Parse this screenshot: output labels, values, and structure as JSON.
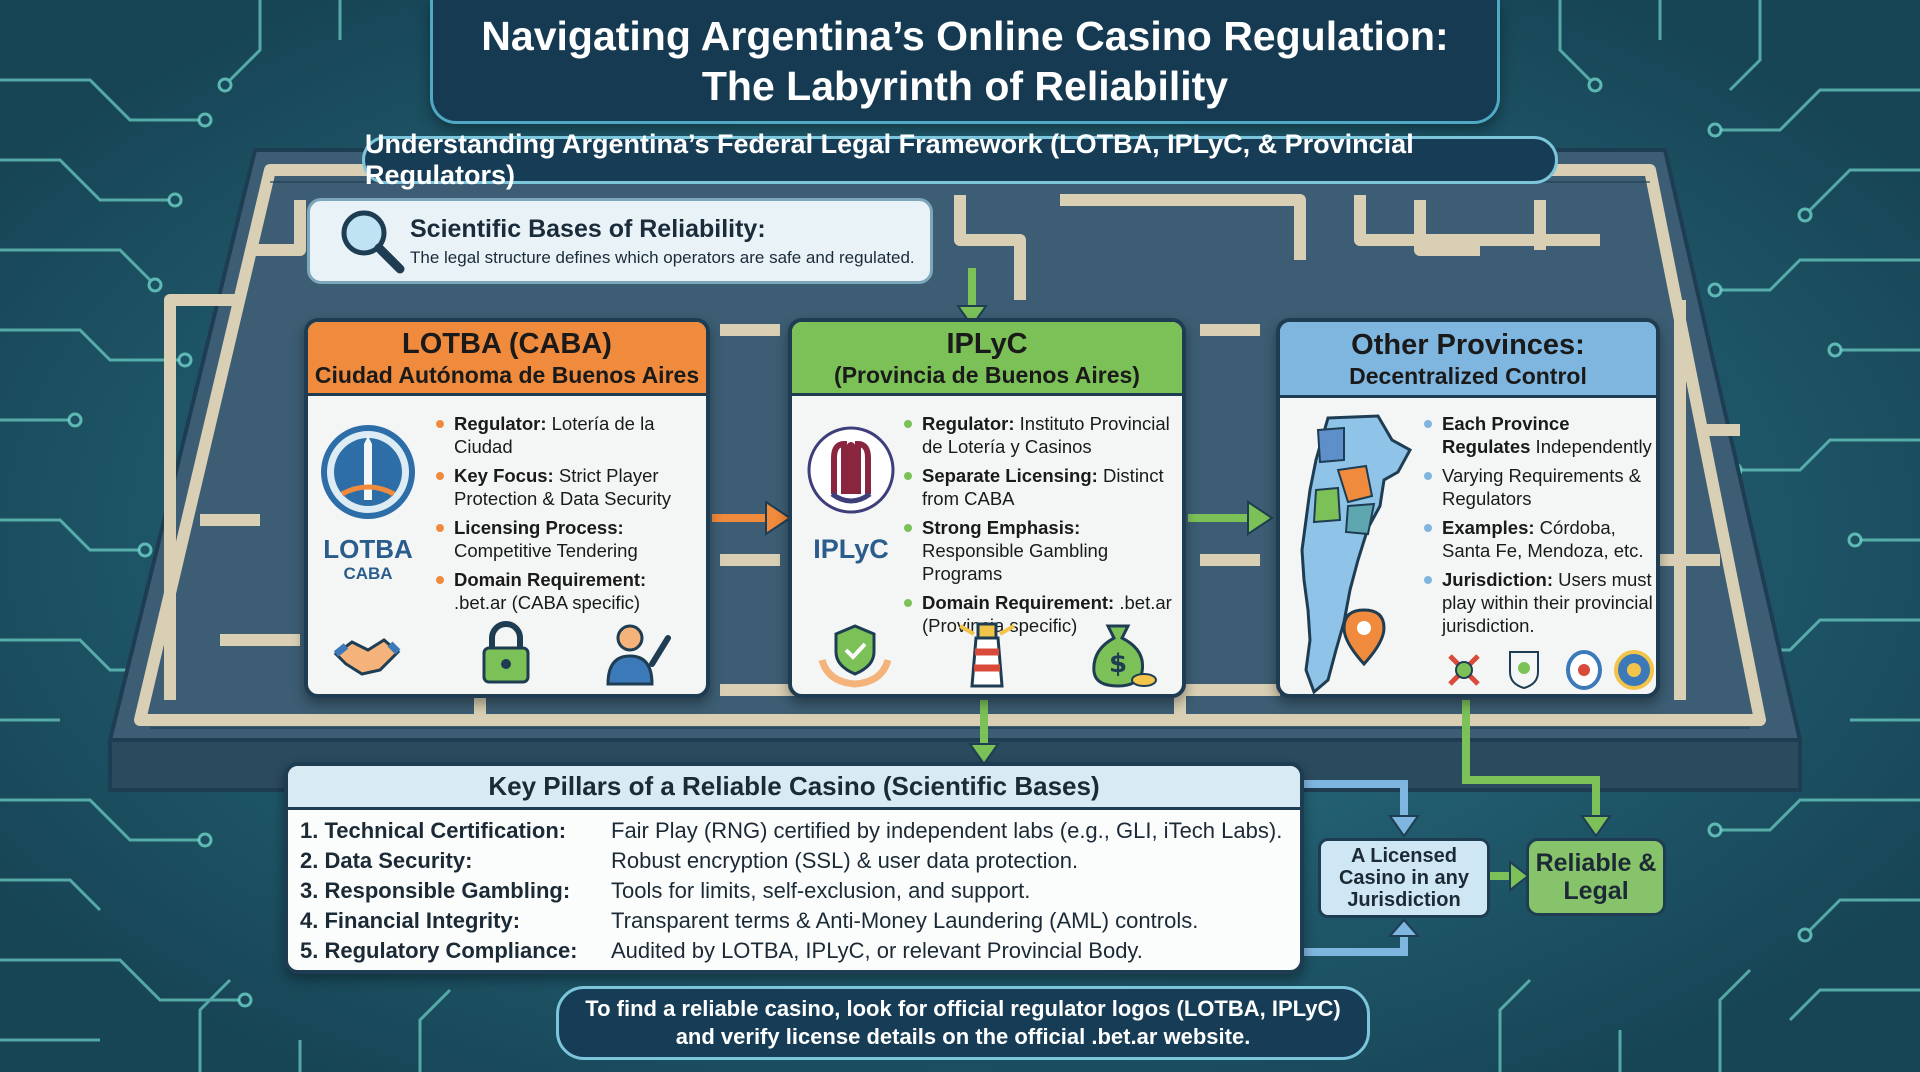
{
  "title": {
    "line1": "Navigating Argentina’s Online Casino Regulation:",
    "line2": "The Labyrinth of Reliability"
  },
  "subtitle": "Understanding Argentina’s Federal Legal Framework (LOTBA, IPLyC, & Provincial Regulators)",
  "science": {
    "title": "Scientific Bases of Reliability:",
    "text": "The legal structure defines which operators are safe and regulated."
  },
  "cards": {
    "lotba": {
      "title": "LOTBA (CABA)",
      "subtitle": "Ciudad Autónoma de Buenos Aires",
      "logo_main": "LOTBA",
      "logo_sub": "CABA",
      "bullets": [
        {
          "key": "Regulator:",
          "text": " Lotería de la Ciudad"
        },
        {
          "key": "Key Focus:",
          "text": " Strict Player Protection & Data Security"
        },
        {
          "key": "Licensing Process:",
          "text": " Competitive Tendering"
        },
        {
          "key": "Domain Requirement:",
          "text": " .bet.ar (CABA specific)"
        }
      ],
      "color": "#f08a3c"
    },
    "iplyc": {
      "title": "IPLyC",
      "subtitle": "(Provincia de Buenos Aires)",
      "logo_main": "IPLyC",
      "bullets": [
        {
          "key": "Regulator:",
          "text": " Instituto Provincial de Lotería y Casinos"
        },
        {
          "key": "Separate Licensing:",
          "text": " Distinct from CABA"
        },
        {
          "key": "Strong Emphasis:",
          "text": " Responsible Gambling Programs"
        },
        {
          "key": "Domain Requirement:",
          "text": " .bet.ar (Provincia specific)"
        }
      ],
      "color": "#7cc158"
    },
    "other": {
      "title": "Other Provinces:",
      "subtitle": "Decentralized Control",
      "bullets": [
        {
          "key": "Each Province Regulates",
          "text": " Independently"
        },
        {
          "key": "",
          "text": "Varying Requirements & Regulators"
        },
        {
          "key": "Examples:",
          "text": " Córdoba, Santa Fe, Mendoza, etc."
        },
        {
          "key": "Jurisdiction:",
          "text": " Users must play within their provincial jurisdiction."
        }
      ],
      "color": "#7fb6e0"
    }
  },
  "pillars": {
    "title": "Key Pillars of a Reliable Casino (Scientific Bases)",
    "rows": [
      {
        "key": "1. Technical Certification:",
        "value": "Fair Play (RNG) certified by independent labs (e.g., GLI, iTech Labs)."
      },
      {
        "key": "2. Data Security:",
        "value": "Robust encryption (SSL) & user data protection."
      },
      {
        "key": "3. Responsible Gambling:",
        "value": "Tools for limits, self-exclusion, and support."
      },
      {
        "key": "4. Financial Integrity:",
        "value": "Transparent terms & Anti-Money Laundering (AML) controls."
      },
      {
        "key": "5. Regulatory Compliance:",
        "value": "Audited by LOTBA, IPLyC, or relevant Provincial Body."
      }
    ]
  },
  "licensed": "A Licensed Casino in any Jurisdiction",
  "reliable": "Reliable & Legal",
  "footer": {
    "line1": "To find a reliable casino, look for official regulator logos (LOTBA, IPLyC)",
    "line2": "and verify license details on the official .bet.ar website."
  },
  "colors": {
    "background": "#1f5a6e",
    "circuit": "#6fd3c8",
    "maze_wall": "#d9cfb4",
    "maze_floor": "#3c5d73",
    "dark_navy": "#173d56"
  }
}
